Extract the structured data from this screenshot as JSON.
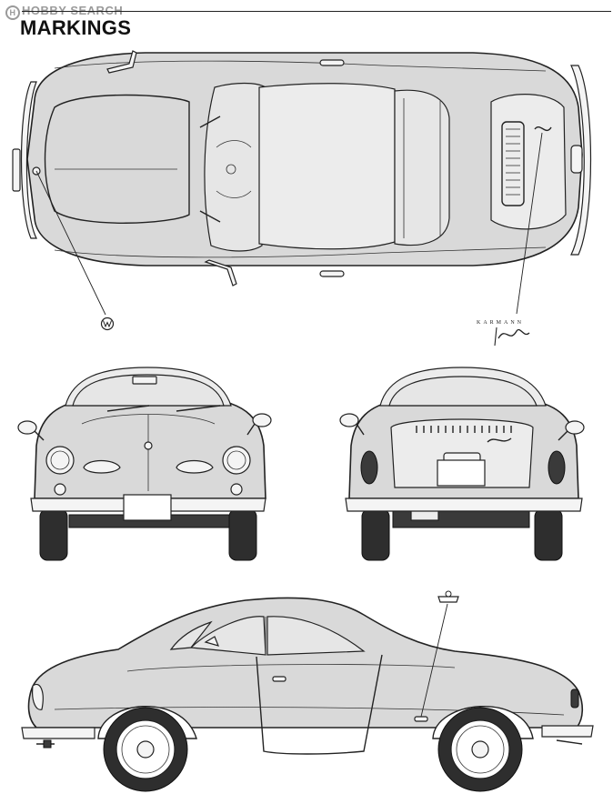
{
  "watermark": "HOBBY SEARCH",
  "watermark_badge": "H",
  "header": {
    "title": "MARKINGS"
  },
  "markings": {
    "vw_emblem": "VW emblem",
    "karmann_ghia_script": "KARMANN Ghia",
    "karmann_ghia_badge": "KARMANN"
  },
  "views": [
    "top",
    "front",
    "rear",
    "side"
  ]
}
